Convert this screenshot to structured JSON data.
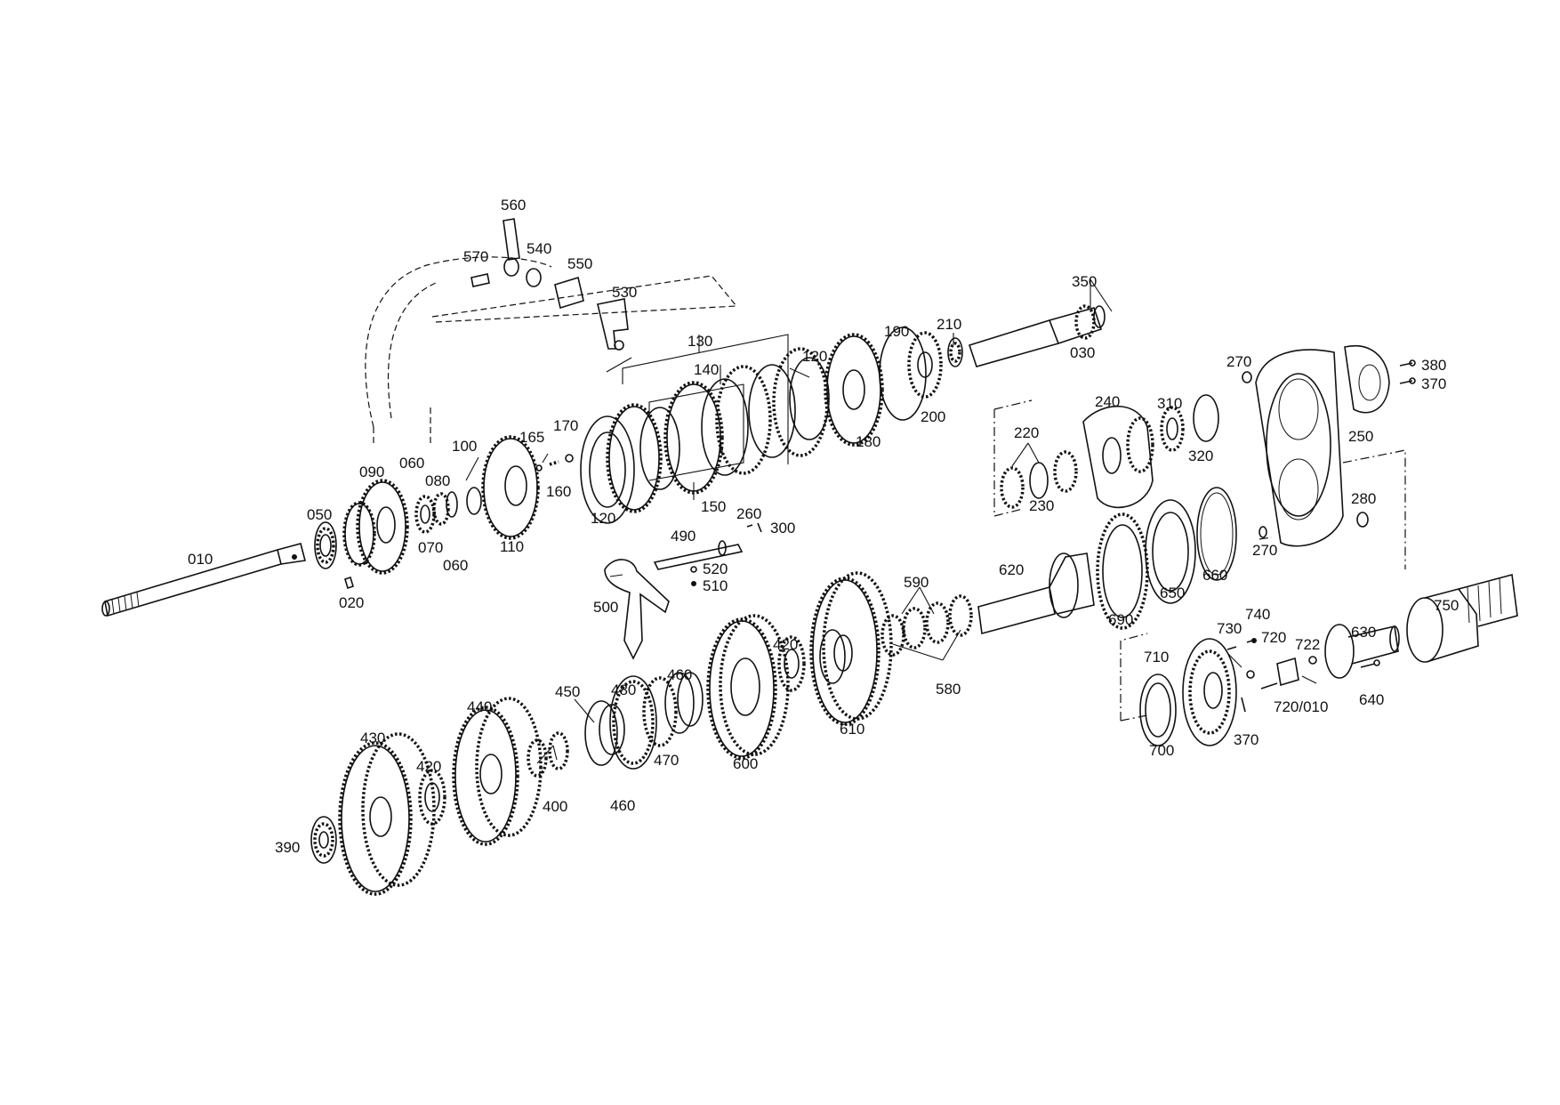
{
  "diagram": {
    "labels": [
      {
        "id": "010",
        "text": "010"
      },
      {
        "id": "020",
        "text": "020"
      },
      {
        "id": "030",
        "text": "030"
      },
      {
        "id": "050",
        "text": "050"
      },
      {
        "id": "060a",
        "text": "060"
      },
      {
        "id": "060b",
        "text": "060"
      },
      {
        "id": "070",
        "text": "070"
      },
      {
        "id": "080",
        "text": "080"
      },
      {
        "id": "090",
        "text": "090"
      },
      {
        "id": "100",
        "text": "100"
      },
      {
        "id": "110",
        "text": "110"
      },
      {
        "id": "120a",
        "text": "120"
      },
      {
        "id": "120b",
        "text": "120"
      },
      {
        "id": "130",
        "text": "130"
      },
      {
        "id": "140",
        "text": "140"
      },
      {
        "id": "150",
        "text": "150"
      },
      {
        "id": "160",
        "text": "160"
      },
      {
        "id": "165",
        "text": "165"
      },
      {
        "id": "170",
        "text": "170"
      },
      {
        "id": "180",
        "text": "180"
      },
      {
        "id": "190",
        "text": "190"
      },
      {
        "id": "200",
        "text": "200"
      },
      {
        "id": "210",
        "text": "210"
      },
      {
        "id": "220",
        "text": "220"
      },
      {
        "id": "230",
        "text": "230"
      },
      {
        "id": "240",
        "text": "240"
      },
      {
        "id": "250",
        "text": "250"
      },
      {
        "id": "260",
        "text": "260"
      },
      {
        "id": "270a",
        "text": "270"
      },
      {
        "id": "270b",
        "text": "270"
      },
      {
        "id": "280",
        "text": "280"
      },
      {
        "id": "300",
        "text": "300"
      },
      {
        "id": "310",
        "text": "310"
      },
      {
        "id": "320",
        "text": "320"
      },
      {
        "id": "350",
        "text": "350"
      },
      {
        "id": "370a",
        "text": "370"
      },
      {
        "id": "370b",
        "text": "370"
      },
      {
        "id": "380",
        "text": "380"
      },
      {
        "id": "390",
        "text": "390"
      },
      {
        "id": "400",
        "text": "400"
      },
      {
        "id": "420a",
        "text": "420"
      },
      {
        "id": "420b",
        "text": "420"
      },
      {
        "id": "430",
        "text": "430"
      },
      {
        "id": "440",
        "text": "440"
      },
      {
        "id": "450",
        "text": "450"
      },
      {
        "id": "460a",
        "text": "460"
      },
      {
        "id": "460b",
        "text": "460"
      },
      {
        "id": "470",
        "text": "470"
      },
      {
        "id": "480",
        "text": "480"
      },
      {
        "id": "490",
        "text": "490"
      },
      {
        "id": "500",
        "text": "500"
      },
      {
        "id": "510",
        "text": "510"
      },
      {
        "id": "520",
        "text": "520"
      },
      {
        "id": "530",
        "text": "530"
      },
      {
        "id": "540",
        "text": "540"
      },
      {
        "id": "550",
        "text": "550"
      },
      {
        "id": "560",
        "text": "560"
      },
      {
        "id": "570",
        "text": "570"
      },
      {
        "id": "580",
        "text": "580"
      },
      {
        "id": "590",
        "text": "590"
      },
      {
        "id": "600",
        "text": "600"
      },
      {
        "id": "610",
        "text": "610"
      },
      {
        "id": "620",
        "text": "620"
      },
      {
        "id": "630",
        "text": "630"
      },
      {
        "id": "640",
        "text": "640"
      },
      {
        "id": "650",
        "text": "650"
      },
      {
        "id": "660",
        "text": "660"
      },
      {
        "id": "690",
        "text": "690"
      },
      {
        "id": "700",
        "text": "700"
      },
      {
        "id": "710",
        "text": "710"
      },
      {
        "id": "720",
        "text": "720"
      },
      {
        "id": "720_010",
        "text": "720/010"
      },
      {
        "id": "722",
        "text": "722"
      },
      {
        "id": "730",
        "text": "730"
      },
      {
        "id": "740",
        "text": "740"
      },
      {
        "id": "750",
        "text": "750"
      }
    ]
  }
}
